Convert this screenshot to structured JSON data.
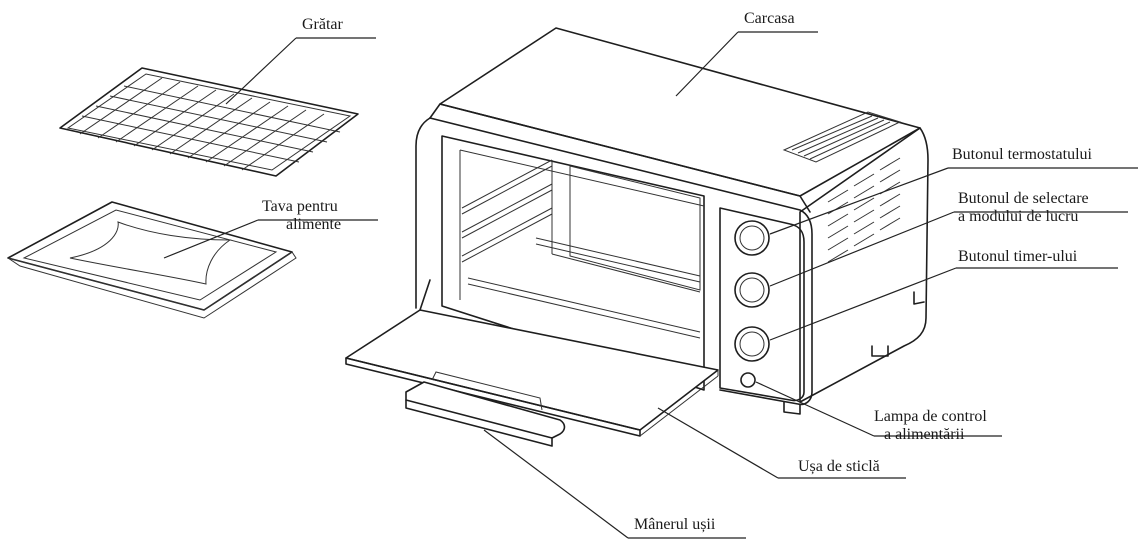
{
  "labels": {
    "gratar": "Grătar",
    "carcasa": "Carcasa",
    "tava_line1": "Tava pentru",
    "tava_line2": "alimente",
    "termostat": "Butonul termostatului",
    "selectare_line1": "Butonul de selectare",
    "selectare_line2": "a modului de lucru",
    "timer": "Butonul timer-ului",
    "lampa_line1": "Lampa de control",
    "lampa_line2": "a alimentării",
    "usa": "Ușa de sticlă",
    "maner": "Mânerul ușii"
  }
}
